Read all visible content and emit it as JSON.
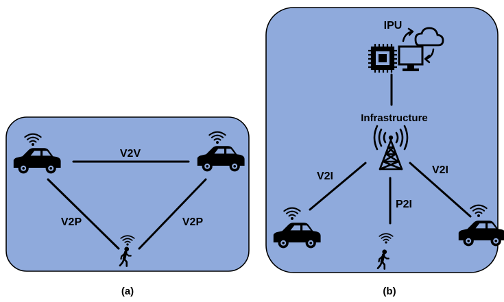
{
  "panel_a": {
    "caption": "(a)",
    "labels": {
      "v2v": "V2V",
      "v2p_left": "V2P",
      "v2p_right": "V2P"
    }
  },
  "panel_b": {
    "caption": "(b)",
    "labels": {
      "ipu": "IPU",
      "infrastructure": "Infrastructure",
      "v2i_left": "V2I",
      "v2i_right": "V2I",
      "p2i": "P2I"
    }
  },
  "colors": {
    "panel_fill": "#8FAADC",
    "stroke": "#000000"
  }
}
